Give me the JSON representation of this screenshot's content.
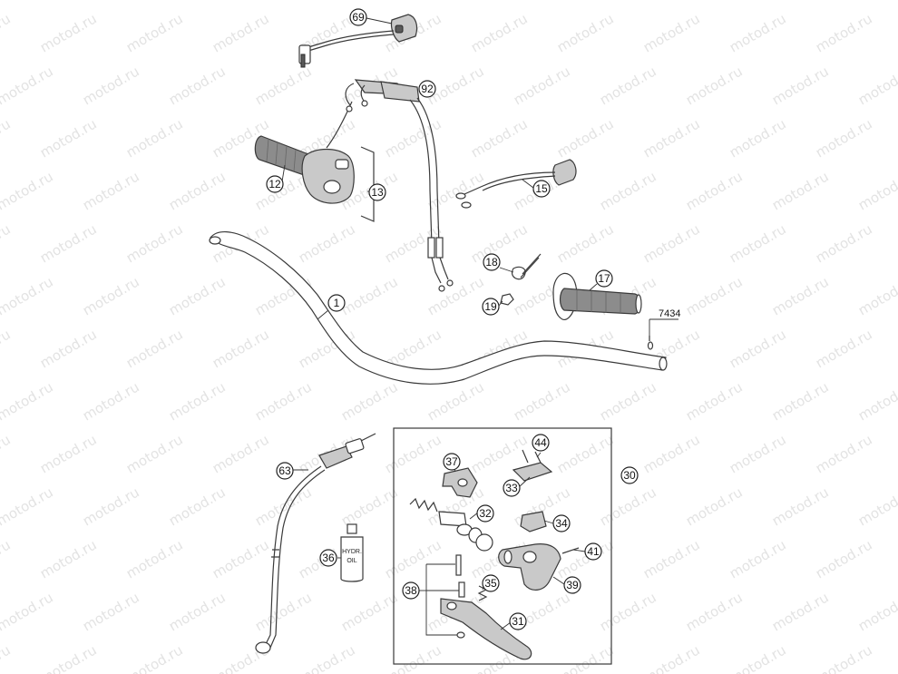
{
  "watermark": "motod.ru",
  "callouts": {
    "c1": "1",
    "c12": "12",
    "c13": "13",
    "c15": "15",
    "c17": "17",
    "c18": "18",
    "c19": "19",
    "c30": "30",
    "c31": "31",
    "c32": "32",
    "c33": "33",
    "c34": "34",
    "c35": "35",
    "c36": "36",
    "c37": "37",
    "c38": "38",
    "c39": "39",
    "c41": "41",
    "c44": "44",
    "c63": "63",
    "c69": "69",
    "c92": "92"
  },
  "plain_label": "7434",
  "bottle_label": [
    "HYDR.",
    "OIL"
  ],
  "colors": {
    "line": "#3a3a3a",
    "grip": "#8c8c8c",
    "part": "#c9c9c9",
    "watermark": "#e3e3e3"
  }
}
